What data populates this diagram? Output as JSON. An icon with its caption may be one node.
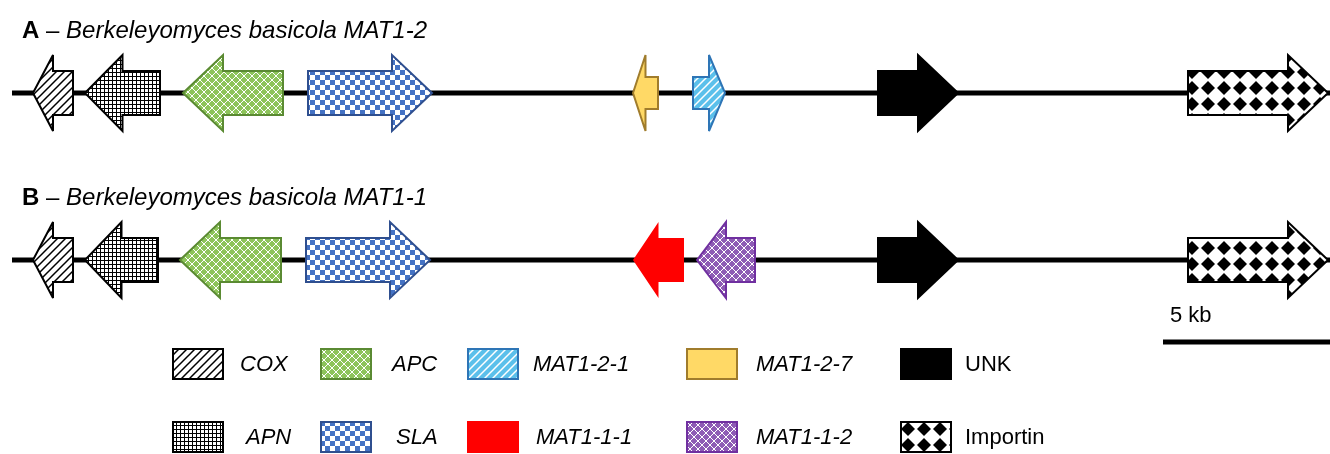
{
  "diagram": {
    "labels": [
      "**A** – *Berkeleyomyces basicola MAT1-2*",
      "**B** – *Berkeleyomyces basicola MAT1-1*",
      "5 kb"
    ],
    "legend": [
      {
        "text": "COX",
        "color": "#000000"
      },
      {
        "text": "APC",
        "color": "#8dc45a"
      },
      {
        "text": "MAT1-2-1",
        "color": "#5bc0eb"
      },
      {
        "text": "MAT1-2-7",
        "color": "#ffd966"
      },
      {
        "text": "UNK",
        "color": "#000000"
      },
      {
        "text": "APN",
        "color": "#000000"
      },
      {
        "text": "SLA",
        "color": "#4472c4"
      },
      {
        "text": "MAT1-1-1",
        "color": "#ff0000"
      },
      {
        "text": "MAT1-1-2",
        "color": "#8e5bb5"
      },
      {
        "text": "Importin",
        "color": "#000000"
      }
    ]
  }
}
